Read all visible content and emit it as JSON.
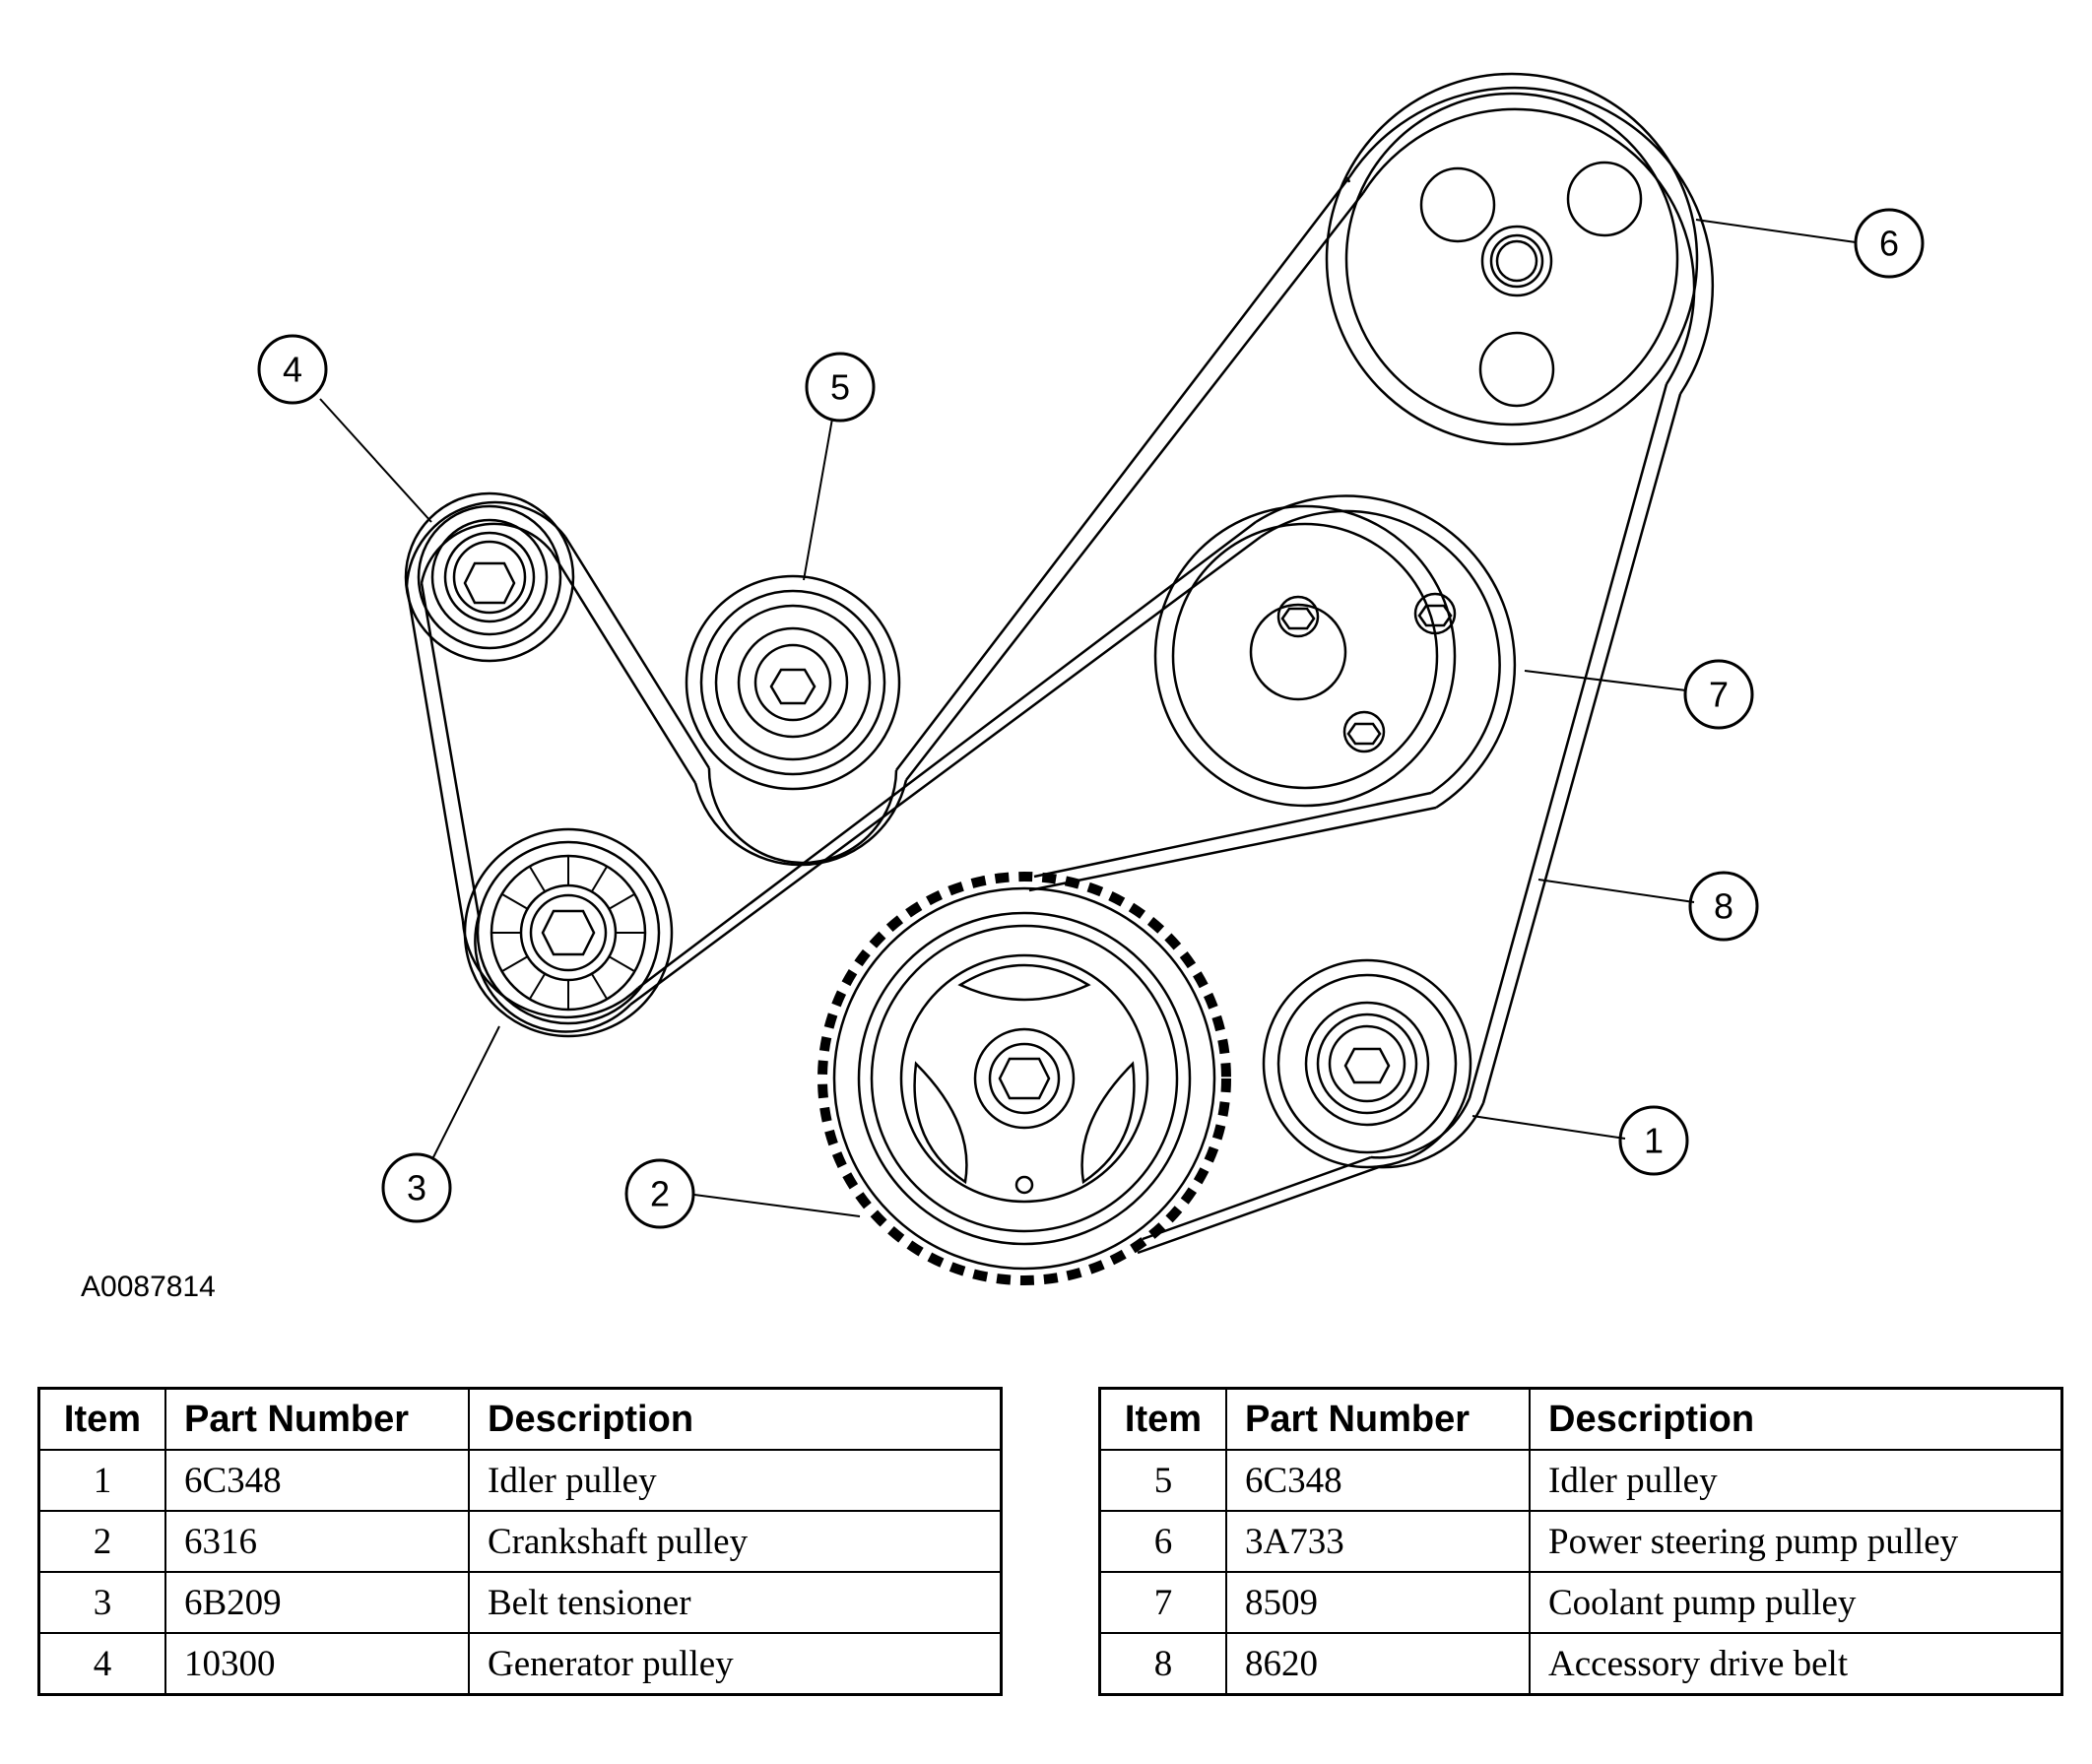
{
  "figure_id": "A0087814",
  "callouts": [
    "1",
    "2",
    "3",
    "4",
    "5",
    "6",
    "7",
    "8"
  ],
  "table_headers": {
    "item": "Item",
    "part_number": "Part Number",
    "description": "Description"
  },
  "tables": [
    {
      "rows": [
        {
          "item": "1",
          "part": "6C348",
          "desc": "Idler pulley"
        },
        {
          "item": "2",
          "part": "6316",
          "desc": "Crankshaft pulley"
        },
        {
          "item": "3",
          "part": "6B209",
          "desc": "Belt tensioner"
        },
        {
          "item": "4",
          "part": "10300",
          "desc": "Generator pulley"
        }
      ]
    },
    {
      "rows": [
        {
          "item": "5",
          "part": "6C348",
          "desc": "Idler pulley"
        },
        {
          "item": "6",
          "part": "3A733",
          "desc": "Power steering pump pulley"
        },
        {
          "item": "7",
          "part": "8509",
          "desc": "Coolant pump pulley"
        },
        {
          "item": "8",
          "part": "8620",
          "desc": "Accessory drive belt"
        }
      ]
    }
  ]
}
